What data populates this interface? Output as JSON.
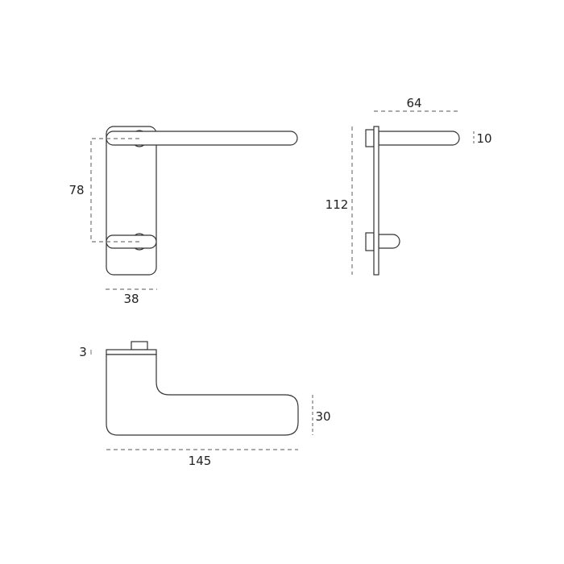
{
  "dimensions": {
    "front_lever_spacing": "78",
    "plate_width": "38",
    "side_projection": "64",
    "lever_thickness": "10",
    "plate_height": "112",
    "plate_thickness": "3",
    "lever_height": "30",
    "lever_length": "145"
  },
  "colors": {
    "outline": "#333333",
    "dimension_line": "#777777",
    "text": "#222222"
  }
}
